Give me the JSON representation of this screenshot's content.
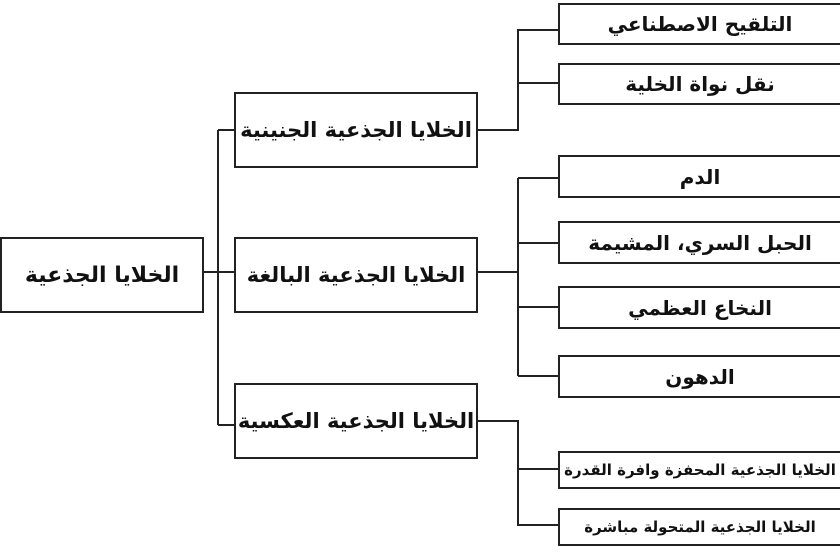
{
  "root": {
    "label": "الخلايا الجذعية"
  },
  "categories": [
    {
      "label": "الخلايا الجذعية الجنينية",
      "children": [
        "التلقيح الاصطناعي",
        "نقل نواة الخلية"
      ]
    },
    {
      "label": "الخلايا الجذعية البالغة",
      "children": [
        "الدم",
        "الحبل السري، المشيمة",
        "النخاع العظمي",
        "الدهون"
      ]
    },
    {
      "label": "الخلايا الجذعية العكسية",
      "children": [
        "الخلايا الجذعية المحفزة وافرة القدرة",
        "الخلايا الجذعية المتحولة مباشرة"
      ]
    }
  ],
  "colors": {
    "line": "#222222",
    "box_border": "#222222",
    "background": "#ffffff"
  }
}
